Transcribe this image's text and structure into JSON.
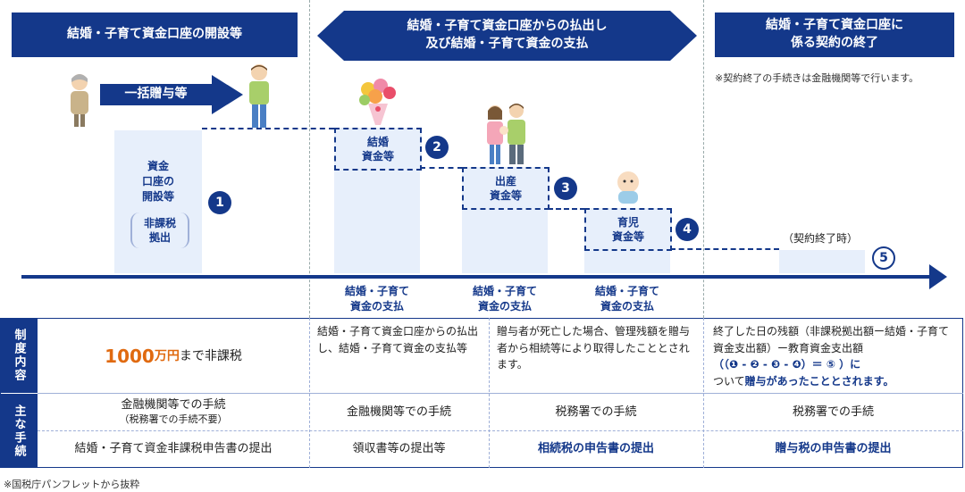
{
  "headers": {
    "open": "結婚・子育て資金口座の開設等",
    "withdraw": "結婚・子育て資金口座からの払出し\n及び結婚・子育て資金の支払",
    "end": "結婚・子育て資金口座に\n係る契約の終了"
  },
  "end_note": "※契約終了の手続きは金融機関等で行います。",
  "gift_arrow_label": "一括贈与等",
  "stages": {
    "account": "資金\n口座の\n開設等",
    "nontax": "非課税\n拠出",
    "marriage": "結婚\n資金等",
    "birth": "出産\n資金等",
    "child": "育児\n資金等",
    "contract_end": "（契約終了時）"
  },
  "step_numbers": [
    "1",
    "2",
    "3",
    "4",
    "5"
  ],
  "payment_labels": [
    "結婚・子育て\n資金の支払",
    "結婚・子育て\n資金の支払",
    "結婚・子育て\n資金の支払"
  ],
  "table": {
    "row1_header": "制度内容",
    "row2_header": "主な手続",
    "system": {
      "c1_amount": "1000",
      "c1_unit": "万円",
      "c1_rest": "まで非課税",
      "c2": "結婚・子育て資金口座からの払出し、結婚・子育て資金の支払等",
      "c3": "贈与者が死亡した場合、管理残額を贈与者から相続等により取得したこととされます。",
      "c4_text": "終了した日の残額（非課税拠出額ー結婚・子育て資金支出額）ー教育資金支出額",
      "c4_formula": "（（❶ - ❷ - ❸ - ❹）＝ ⑤ ）に",
      "c4_tail_pre": "ついて",
      "c4_tail_blue": "贈与があったこととされます。"
    },
    "proc_top": {
      "c1": "金融機関等での手続",
      "c1_sub": "（税務署での手続不要）",
      "c2": "金融機関等での手続",
      "c3": "税務署での手続",
      "c4": "税務署での手続"
    },
    "proc_bottom": {
      "c1": "結婚・子育て資金非課税申告書の提出",
      "c2": "領収書等の提出等",
      "c3": "相続税の申告書の提出",
      "c4": "贈与税の申告書の提出"
    }
  },
  "footnote": "※国税庁パンフレットから抜粋",
  "colors": {
    "navy": "#14388a",
    "light": "#e7effb",
    "orange": "#e06a10"
  }
}
